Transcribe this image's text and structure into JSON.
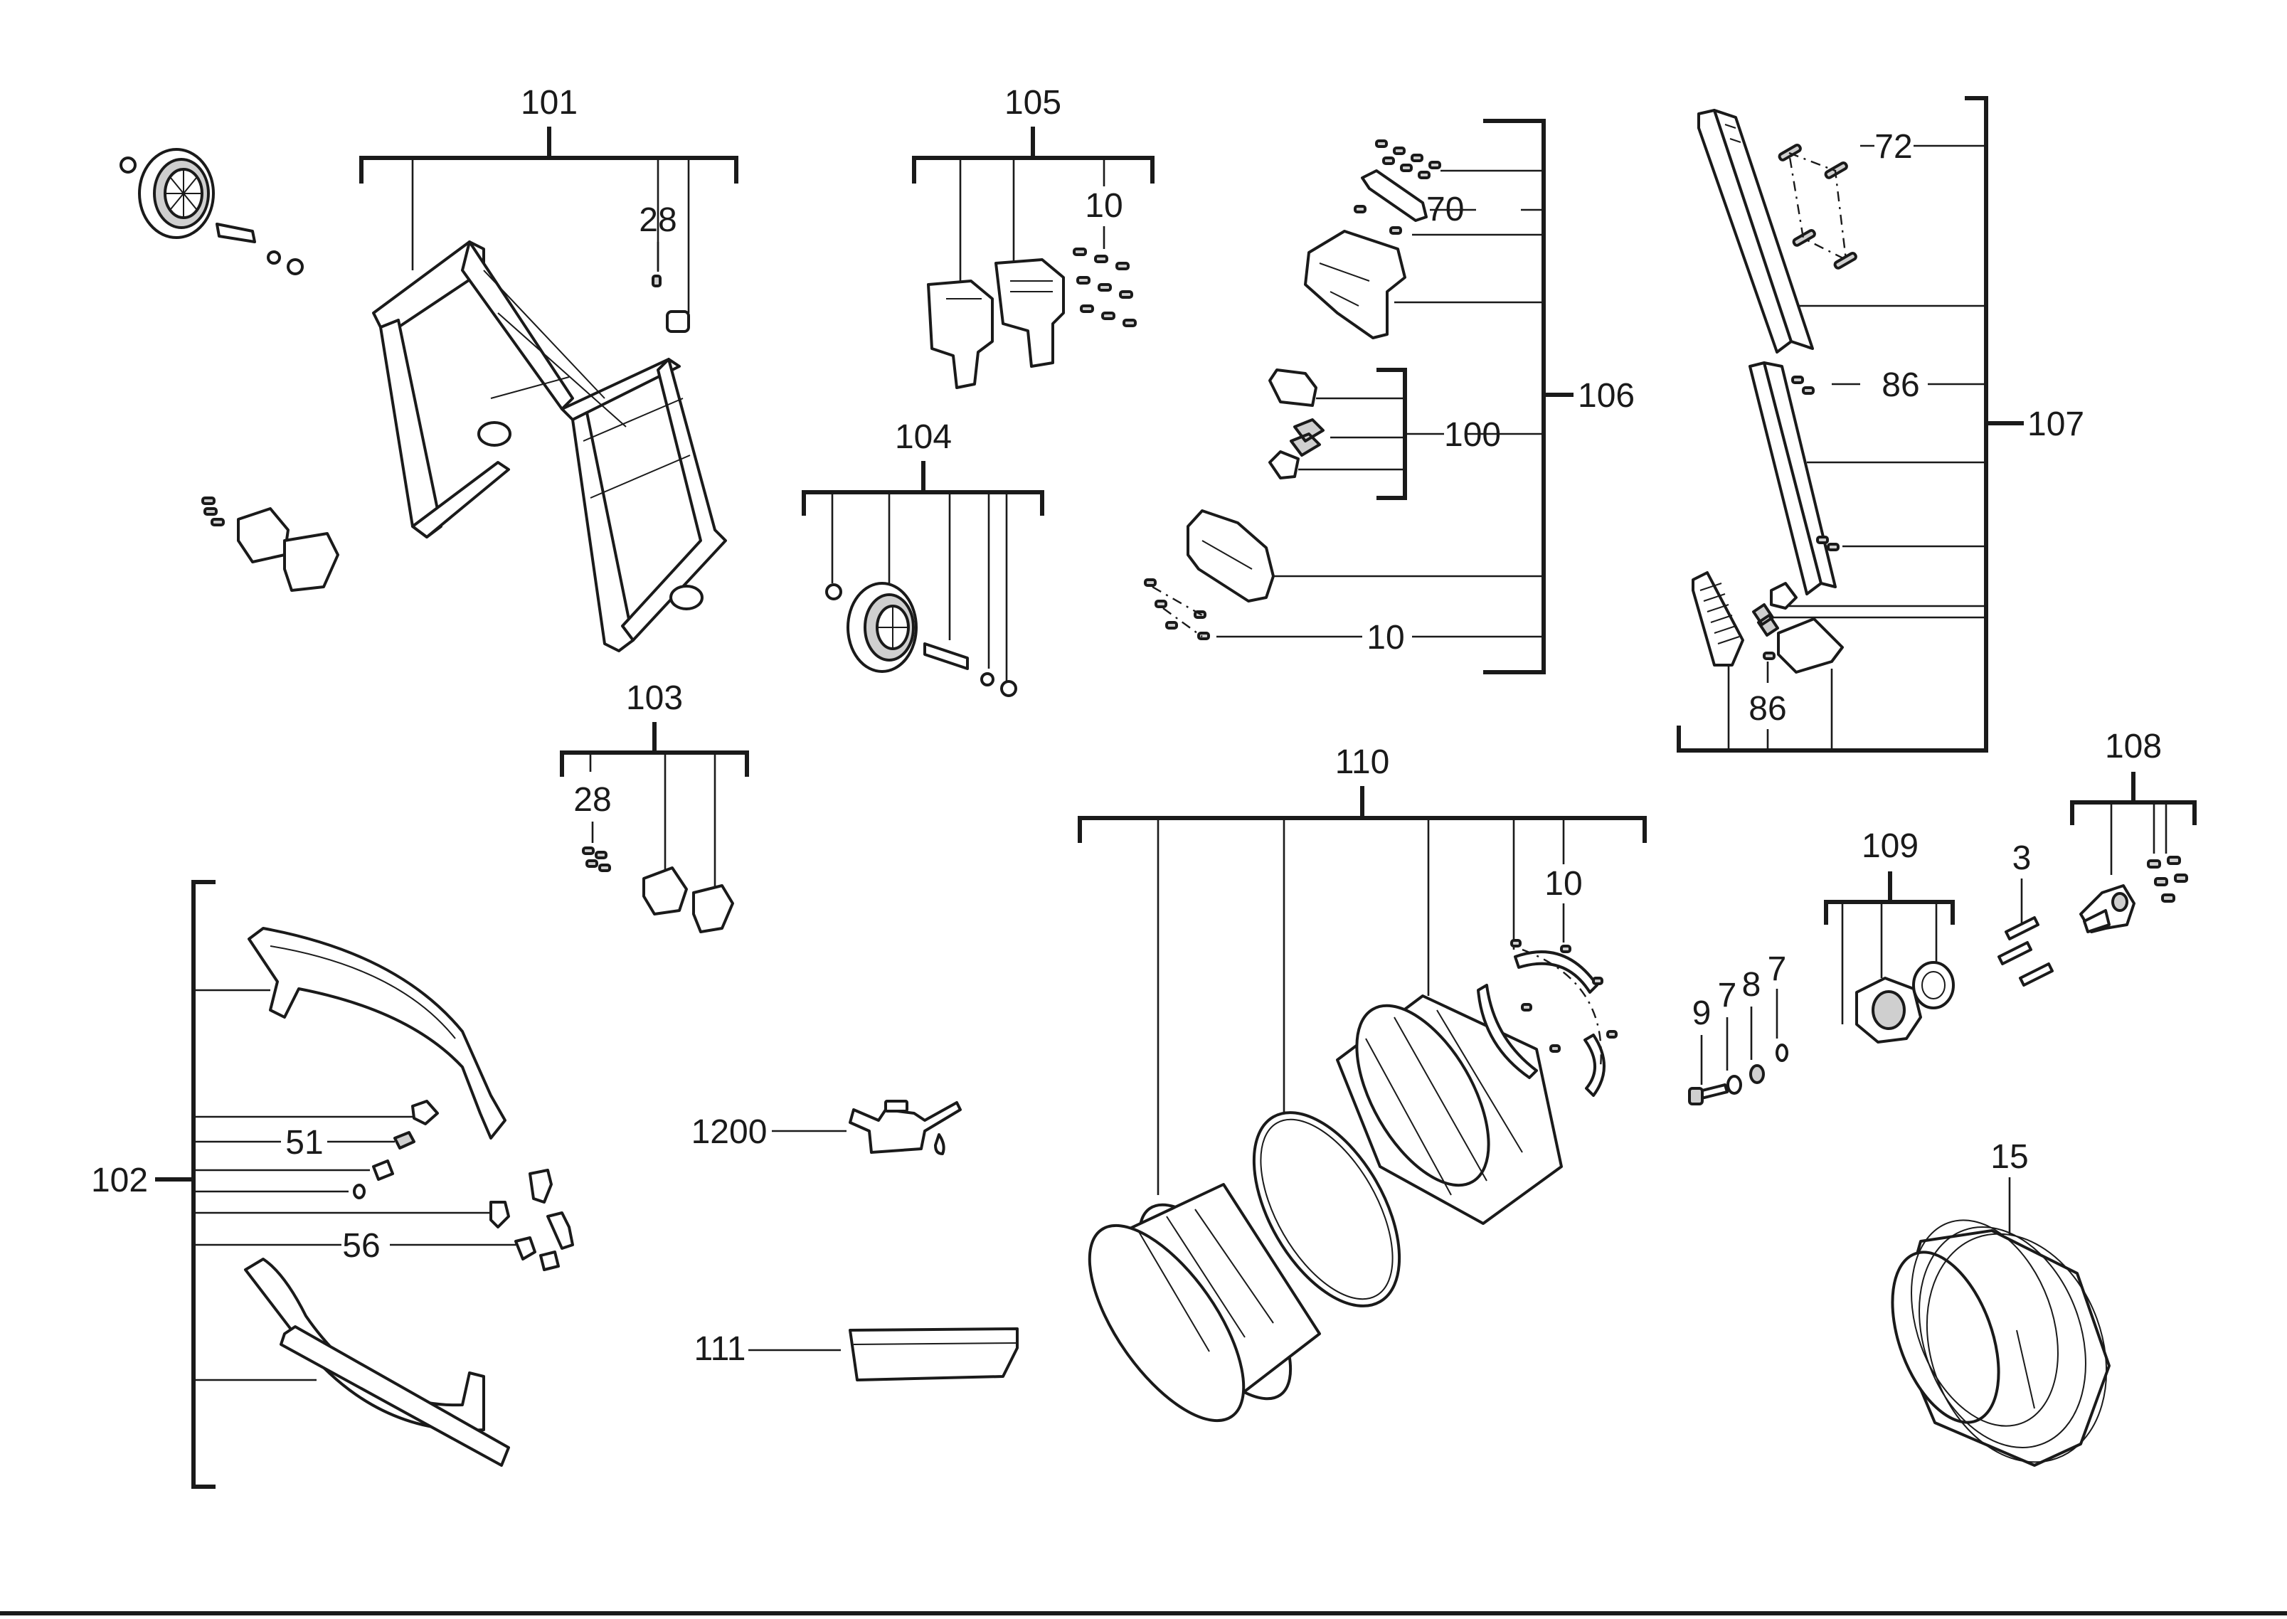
{
  "labels": {
    "l101": "101",
    "l105": "105",
    "l28a": "28",
    "l10a": "10",
    "l70": "70",
    "l106": "106",
    "l100": "100",
    "l104": "104",
    "l10b": "10",
    "l103": "103",
    "l28b": "28",
    "l72": "72",
    "l86a": "86",
    "l107": "107",
    "l86b": "86",
    "l110": "110",
    "l10c": "10",
    "l108": "108",
    "l109": "109",
    "l3": "3",
    "l9": "9",
    "l7a": "7",
    "l8": "8",
    "l7b": "7",
    "l102": "102",
    "l51": "51",
    "l56": "56",
    "l1200": "1200",
    "l111": "111",
    "l15": "15"
  },
  "icons": [
    "wheel-icon",
    "frame-icon",
    "oil-can-icon",
    "drum-icon",
    "hose-reel-icon",
    "bracket-icon",
    "screw-icon"
  ]
}
